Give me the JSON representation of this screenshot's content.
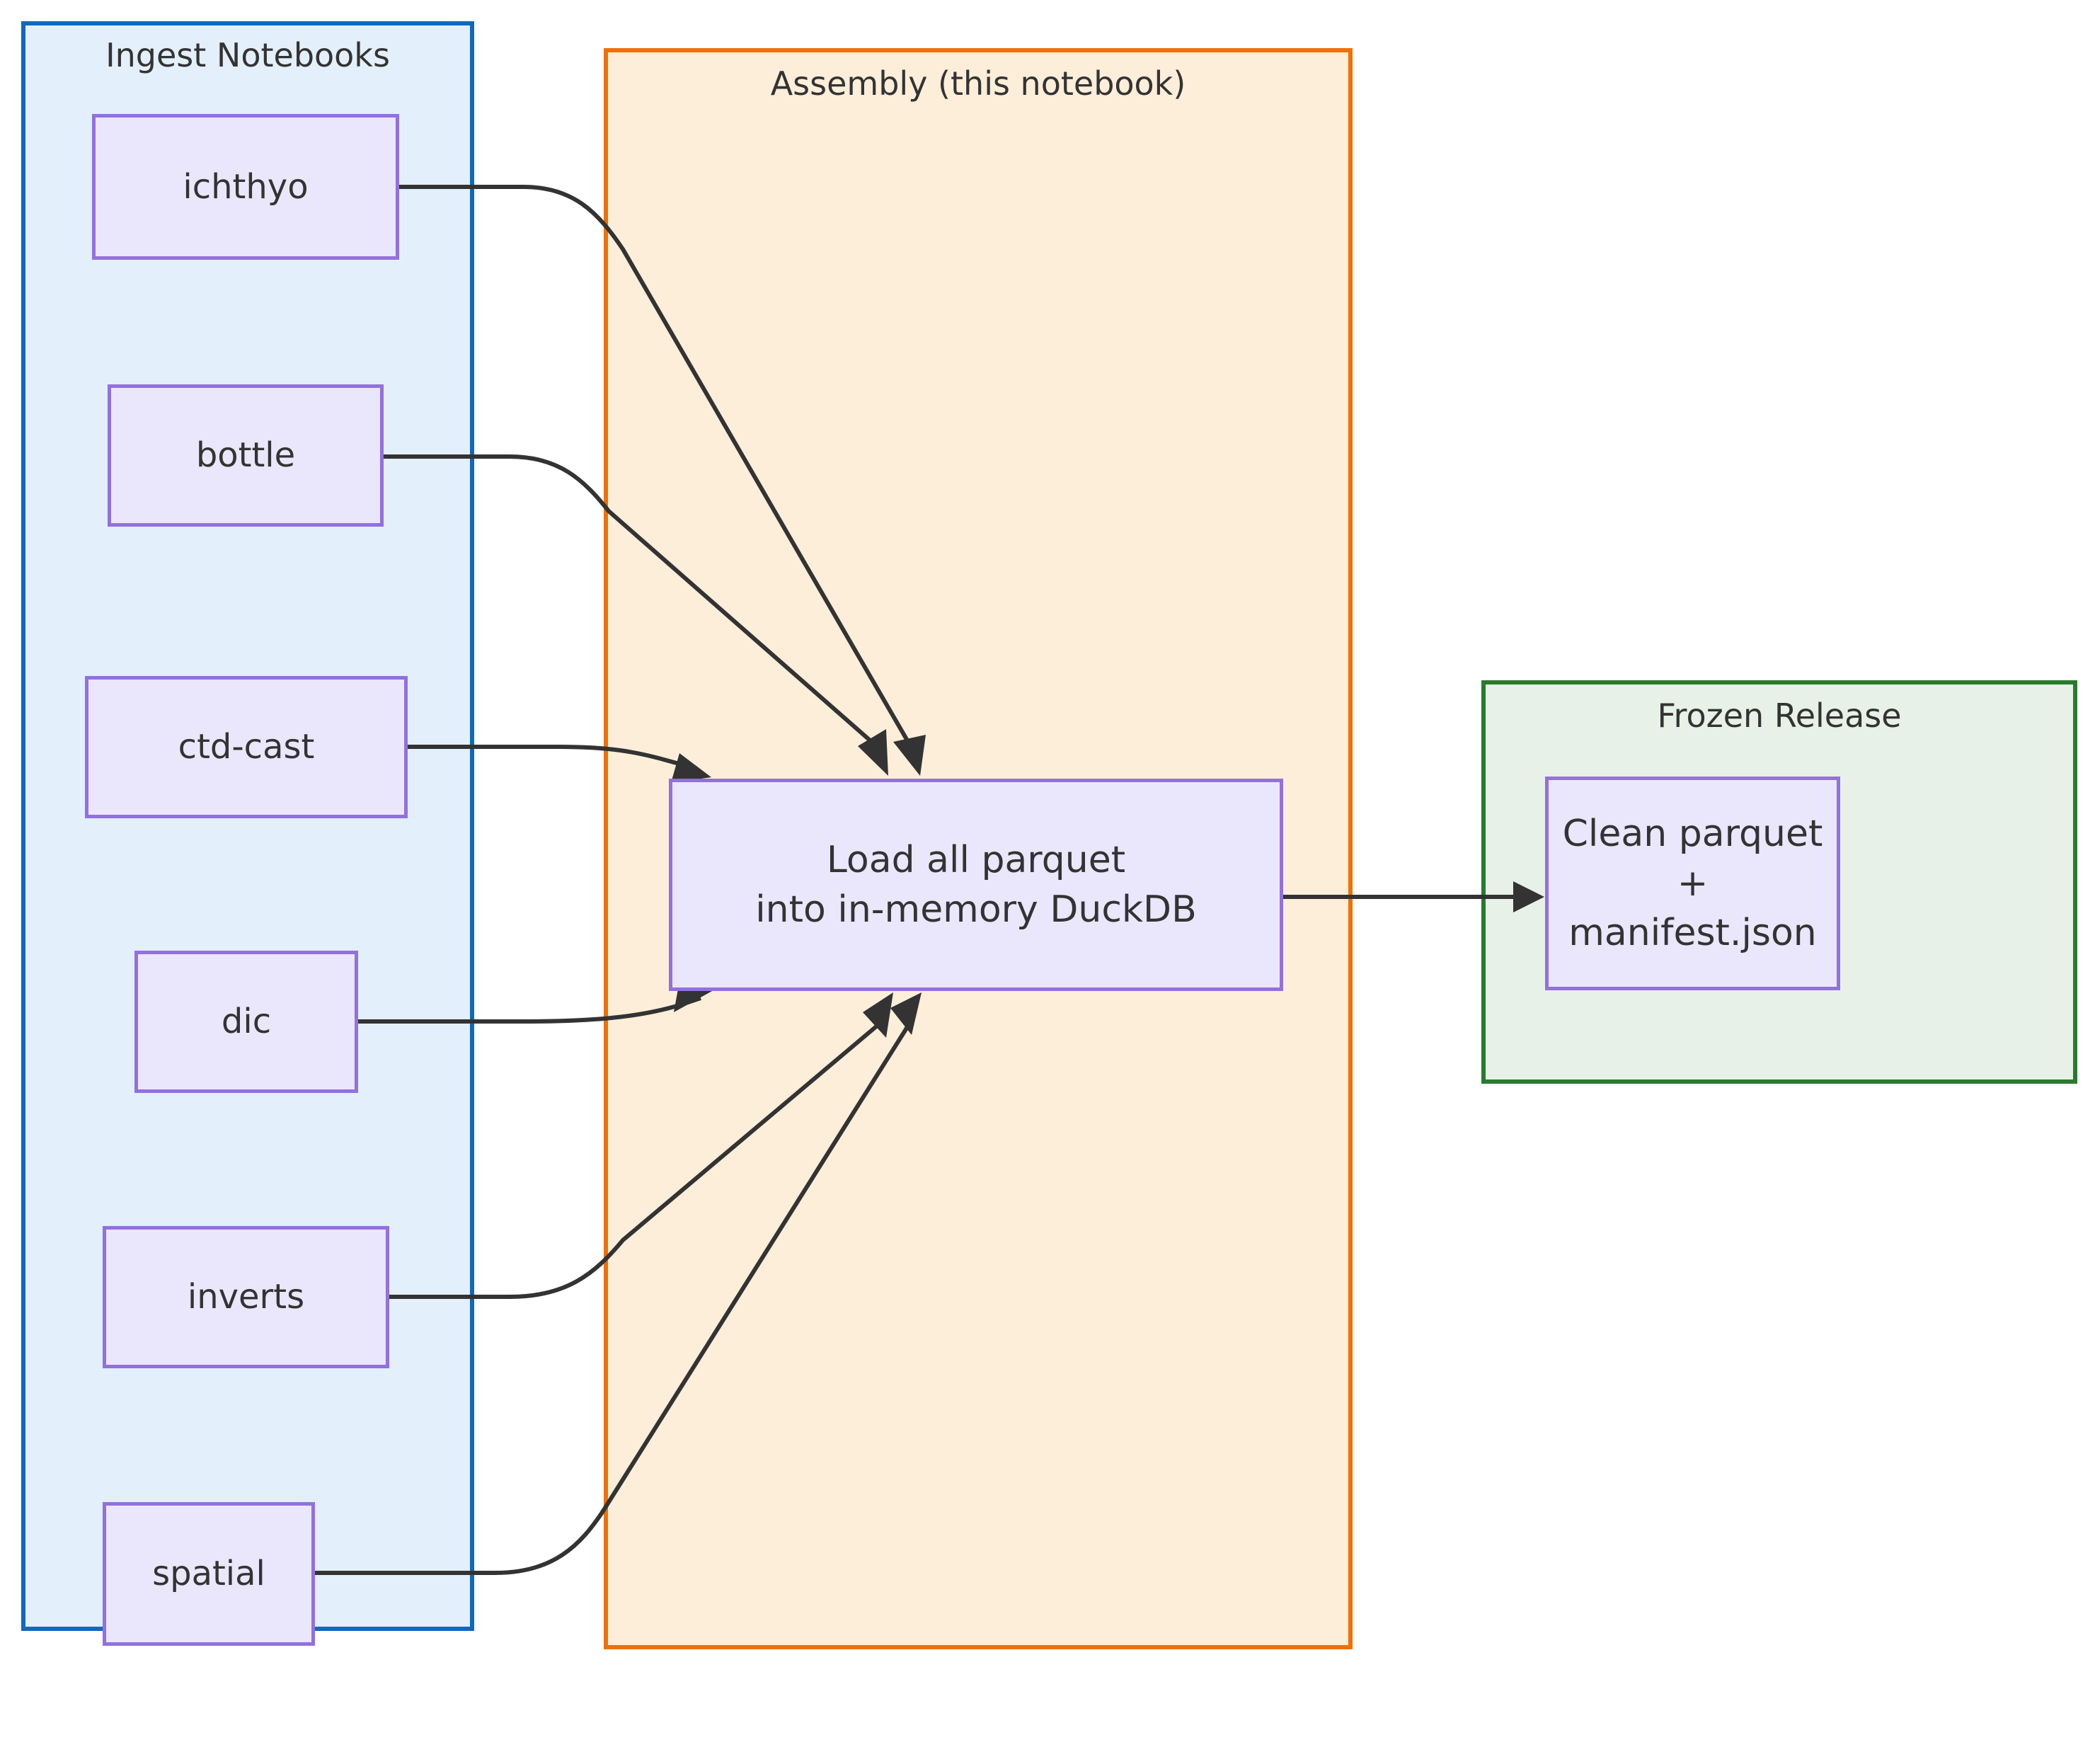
{
  "diagram": {
    "type": "flowchart",
    "direction": "left-to-right",
    "background_color": "#ffffff"
  },
  "clusters": [
    {
      "id": "ingest",
      "label": "Ingest Notebooks",
      "border_color": "#1168bd",
      "fill_color": "#e3f0fb"
    },
    {
      "id": "assembly",
      "label": "Assembly (this notebook)",
      "border_color": "#f07003",
      "fill_color": "#fdeeda"
    },
    {
      "id": "frozen",
      "label": "Frozen Release",
      "border_color": "#2a7a2e",
      "fill_color": "#e7f1e7"
    }
  ],
  "nodes": [
    {
      "id": "ichthyo",
      "label": "ichthyo",
      "cluster": "ingest"
    },
    {
      "id": "bottle",
      "label": "bottle",
      "cluster": "ingest"
    },
    {
      "id": "ctd",
      "label": "ctd-cast",
      "cluster": "ingest"
    },
    {
      "id": "dic",
      "label": "dic",
      "cluster": "ingest"
    },
    {
      "id": "inverts",
      "label": "inverts",
      "cluster": "ingest"
    },
    {
      "id": "spatial",
      "label": "spatial",
      "cluster": "ingest"
    },
    {
      "id": "duckdb",
      "label": "Load all parquet\ninto in-memory DuckDB",
      "cluster": "assembly"
    },
    {
      "id": "clean",
      "label": "Clean parquet\n+ manifest.json",
      "cluster": "frozen"
    }
  ],
  "node_style": {
    "border_color": "#9370e0",
    "fill_color": "#eae7fc",
    "text_color": "#333333"
  },
  "edges": [
    {
      "from": "ichthyo",
      "to": "duckdb",
      "arrow": "arrowhead"
    },
    {
      "from": "bottle",
      "to": "duckdb",
      "arrow": "arrowhead"
    },
    {
      "from": "ctd",
      "to": "duckdb",
      "arrow": "arrowhead"
    },
    {
      "from": "dic",
      "to": "duckdb",
      "arrow": "arrowhead"
    },
    {
      "from": "inverts",
      "to": "duckdb",
      "arrow": "arrowhead"
    },
    {
      "from": "spatial",
      "to": "duckdb",
      "arrow": "arrowhead"
    },
    {
      "from": "duckdb",
      "to": "clean",
      "arrow": "arrowhead"
    }
  ],
  "edge_style": {
    "stroke_color": "#333333",
    "stroke_width": 6
  }
}
